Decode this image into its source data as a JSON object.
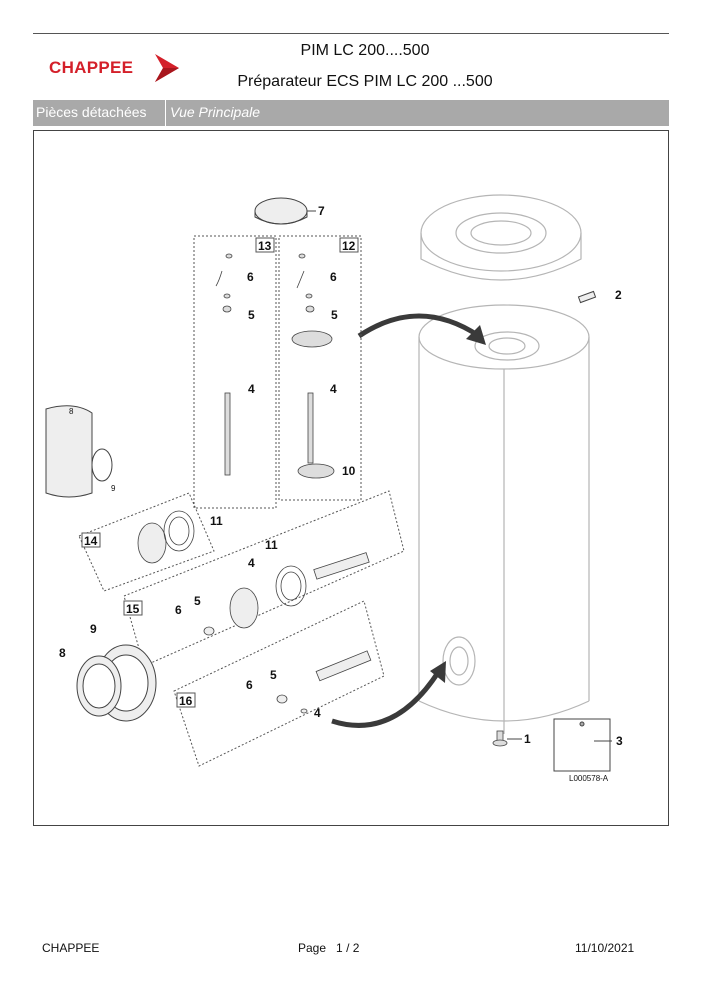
{
  "header": {
    "brand": "CHAPPEE",
    "title": "PIM LC 200....500",
    "subtitle": "Préparateur ECS PIM LC 200 ...500"
  },
  "section_bar": {
    "label": "Pièces détachées",
    "view": "Vue Principale"
  },
  "diagram": {
    "callouts": [
      "1",
      "2",
      "3",
      "4",
      "5",
      "6",
      "7",
      "8",
      "9",
      "10",
      "11",
      "12",
      "13",
      "14",
      "15",
      "16"
    ],
    "reference_code": "L000578-A"
  },
  "footer": {
    "company": "CHAPPEE",
    "page_label": "Page",
    "page_current": "1",
    "page_separator": "/",
    "page_total": "2",
    "date": "11/10/2021"
  }
}
